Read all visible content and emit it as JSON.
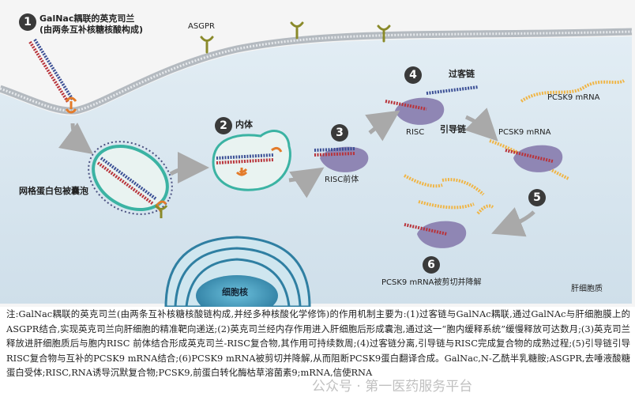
{
  "labels": {
    "step1": "GalNac耦联的英克司兰",
    "step1_sub": "(由两条互补核糖核酸构成)",
    "asgpr": "ASGPR",
    "endosome": "内体",
    "clathrin_vesicle": "网格蛋白包被囊泡",
    "risc_pre": "RISC前体",
    "passenger": "过客链",
    "risc": "RISC",
    "guide": "引导链",
    "pcsk9_mrna_top": "PCSK9 mRNA",
    "pcsk9_mrna_mid": "PCSK9 mRNA",
    "cleaved": "PCSK9 mRNA被剪切并降解",
    "nucleus": "细胞核",
    "cytoplasm": "肝细胞质"
  },
  "steps": [
    "1",
    "2",
    "3",
    "4",
    "5",
    "6"
  ],
  "caption": "注:GalNac耦联的英克司兰(由两条互补核糖核酸链构成,并经多种核酸化学修饰)的作用机制主要为:(1)过客链与GalNAc耦联,通过GalNAc与肝细胞膜上的ASGPR结合,实现英克司兰向肝细胞的精准靶向递送;(2)英克司兰经内存作用进入肝细胞后形成囊泡,通过这一“胞内缓释系统”缓慢释放可达数月;(3)英克司兰释放进肝细胞质后与胞内RISC 前体结合形成英克司兰-RISC复合物,其作用可持续数周;(4)过客链分离,引导链与RISC完成复合物的成熟过程;(5)引导链引导RISC复合物与互补的PCSK9 mRNA结合;(6)PCSK9 mRNA被剪切并降解,从而阻断PCSK9蛋白翻译合成。GalNac,N-乙酰半乳糖胺;ASGPR,去唾液酸糖蛋白受体;RISC,RNA诱导沉默复合物;PCSK9,前蛋白转化酶枯草溶菌素9;mRNA,信使RNA",
  "watermark": "公众号 · 第一医药服务平台",
  "colors": {
    "outside": "#f4f4f4",
    "cytoplasm": "#d8e6ef",
    "membrane": "#b9bfc4",
    "vesicle_ring": "#3bb3a3",
    "vesicle_fill": "#e9f3f1",
    "risc_protein": "#8f86b4",
    "receptor": "#8a8a2a",
    "galnac": "#e37b2a",
    "mrna": "#f0b545",
    "strand_red": "#b8333a",
    "strand_blue": "#3b4f95",
    "nucleus": "#2f7fa2",
    "arrow": "#a9a9a9"
  }
}
